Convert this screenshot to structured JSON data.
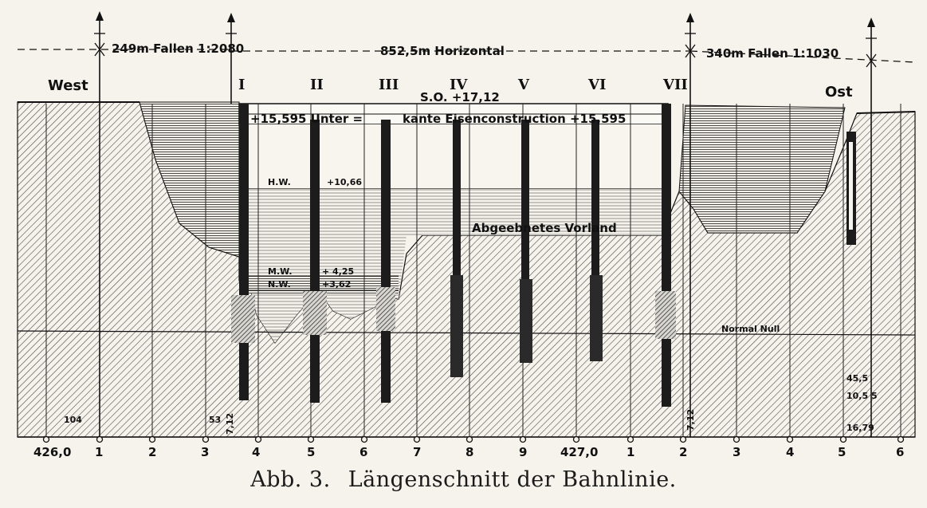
{
  "header": {
    "left_gradient": "249m Fallen 1:2080",
    "middle_horizontal": "852,5m Horizontal",
    "right_gradient": "340m Fallen 1:1030"
  },
  "sides": {
    "west": "West",
    "east": "Ost"
  },
  "piers": [
    "I",
    "II",
    "III",
    "IV",
    "V",
    "VI",
    "VII"
  ],
  "annotations": {
    "so_level": "S.O. +17,12",
    "underside": "+15,595 Unter =",
    "underside_cont": "kante Eisenconstruction +15,595",
    "hw_label": "H.W.",
    "hw_value": "+10,66",
    "mw_label": "M.W.",
    "mw_value": "+ 4,25",
    "nw_label": "N.W.",
    "nw_value": "+3,62",
    "vorland": "Abgeebnetes Vorland",
    "normal_null": "Normal Null"
  },
  "small_labels": {
    "w104": "104",
    "w53": "53",
    "w712a": "7,12",
    "w712b": "7,12",
    "e455": "45,5",
    "e105": "10,5 5",
    "e1679": "16,79"
  },
  "stations": {
    "start_left": "426,0",
    "start_mid": "427,0",
    "left_numbers": [
      "1",
      "2",
      "3",
      "4",
      "5",
      "6",
      "7",
      "8",
      "9"
    ],
    "right_numbers": [
      "1",
      "2",
      "3",
      "4",
      "5",
      "6"
    ]
  },
  "caption": {
    "prefix": "Abb. 3.",
    "title": "Längenschnitt der Bahnlinie."
  }
}
